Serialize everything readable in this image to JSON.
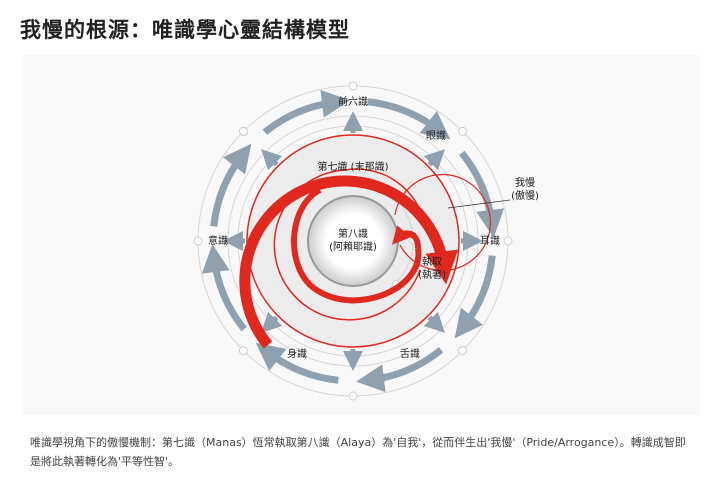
{
  "title": "我慢的根源：唯識學心靈結構模型",
  "diagram": {
    "outer_top": "前六識",
    "eye": "眼識",
    "ear": "耳識",
    "tongue": "舌識",
    "body": "身識",
    "mind": "意識",
    "seventh": "第七識 (末那識)",
    "eighth_1": "第八識",
    "eighth_2": "(阿賴耶識)",
    "grasp_1": "執取",
    "grasp_2": "(執著)",
    "pride_1": "我慢",
    "pride_2": "(傲慢)",
    "colors": {
      "red": "#e0281e",
      "gray_arrow": "#8fa0ae",
      "ring": "#d0d0d0"
    }
  },
  "caption": "唯識學視角下的傲慢機制：第七識（Manas）恆常執取第八識（Alaya）為'自我'，從而伴生出'我慢'（Pride/Arrogance）。轉識成智即是將此執著轉化為'平等性智'。"
}
